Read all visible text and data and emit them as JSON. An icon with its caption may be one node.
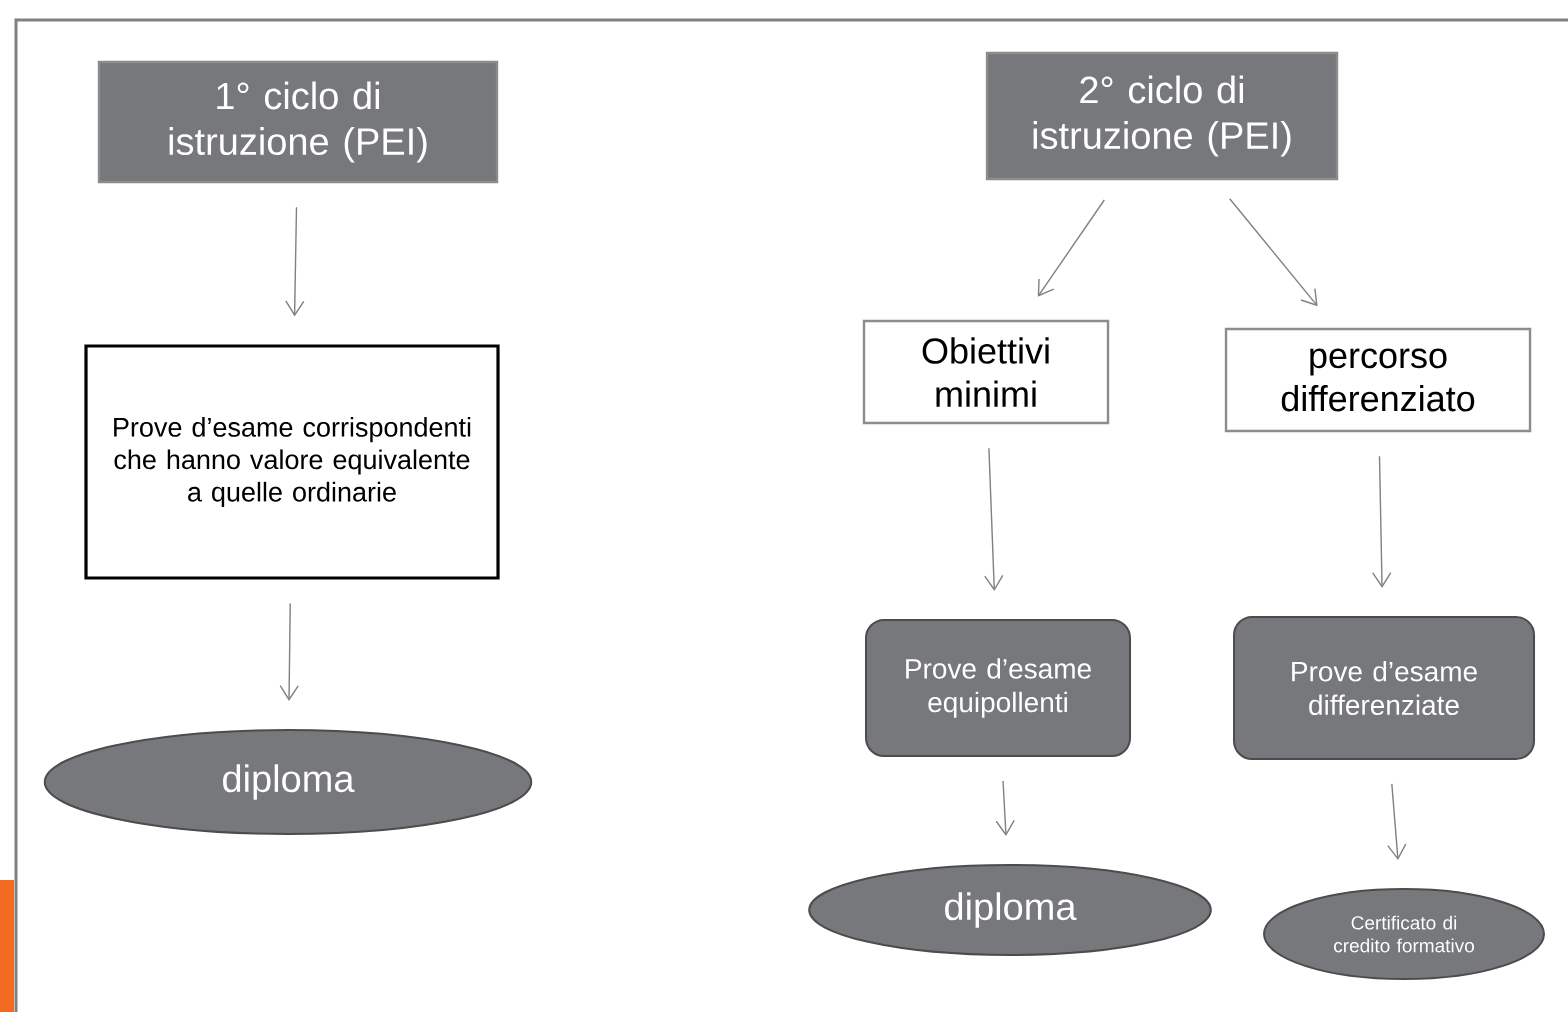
{
  "diagram": {
    "nodes": [
      {
        "text": [
          "1° ciclo di istruzione (PEI)"
        ]
      },
      {
        "text": [
          "Prove d’esame corrispondenti che hanno valore equivalente a quelle ordinarie"
        ]
      },
      {
        "text": [
          "diploma"
        ]
      },
      {
        "text": [
          "2° ciclo di istruzione (PEI)"
        ]
      },
      {
        "text": [
          "Obiettivi minimi"
        ]
      },
      {
        "text": [
          "percorso differenziato"
        ]
      },
      {
        "text": [
          "Prove d’esame equipollenti"
        ]
      },
      {
        "text": [
          "Prove d’esame differenziate"
        ]
      },
      {
        "text": [
          "diploma"
        ]
      },
      {
        "text": [
          "Certificato di credito formativo"
        ]
      }
    ],
    "edges": [
      {
        "from": 0,
        "to": 1,
        "arrow": "to"
      },
      {
        "from": 1,
        "to": 2,
        "arrow": "to"
      },
      {
        "from": 3,
        "to": 4,
        "arrow": "to"
      },
      {
        "from": 3,
        "to": 5,
        "arrow": "to"
      },
      {
        "from": 4,
        "to": 6,
        "arrow": "to"
      },
      {
        "from": 5,
        "to": 7,
        "arrow": "to"
      },
      {
        "from": 6,
        "to": 8,
        "arrow": "to"
      },
      {
        "from": 7,
        "to": 9,
        "arrow": "to"
      }
    ]
  }
}
